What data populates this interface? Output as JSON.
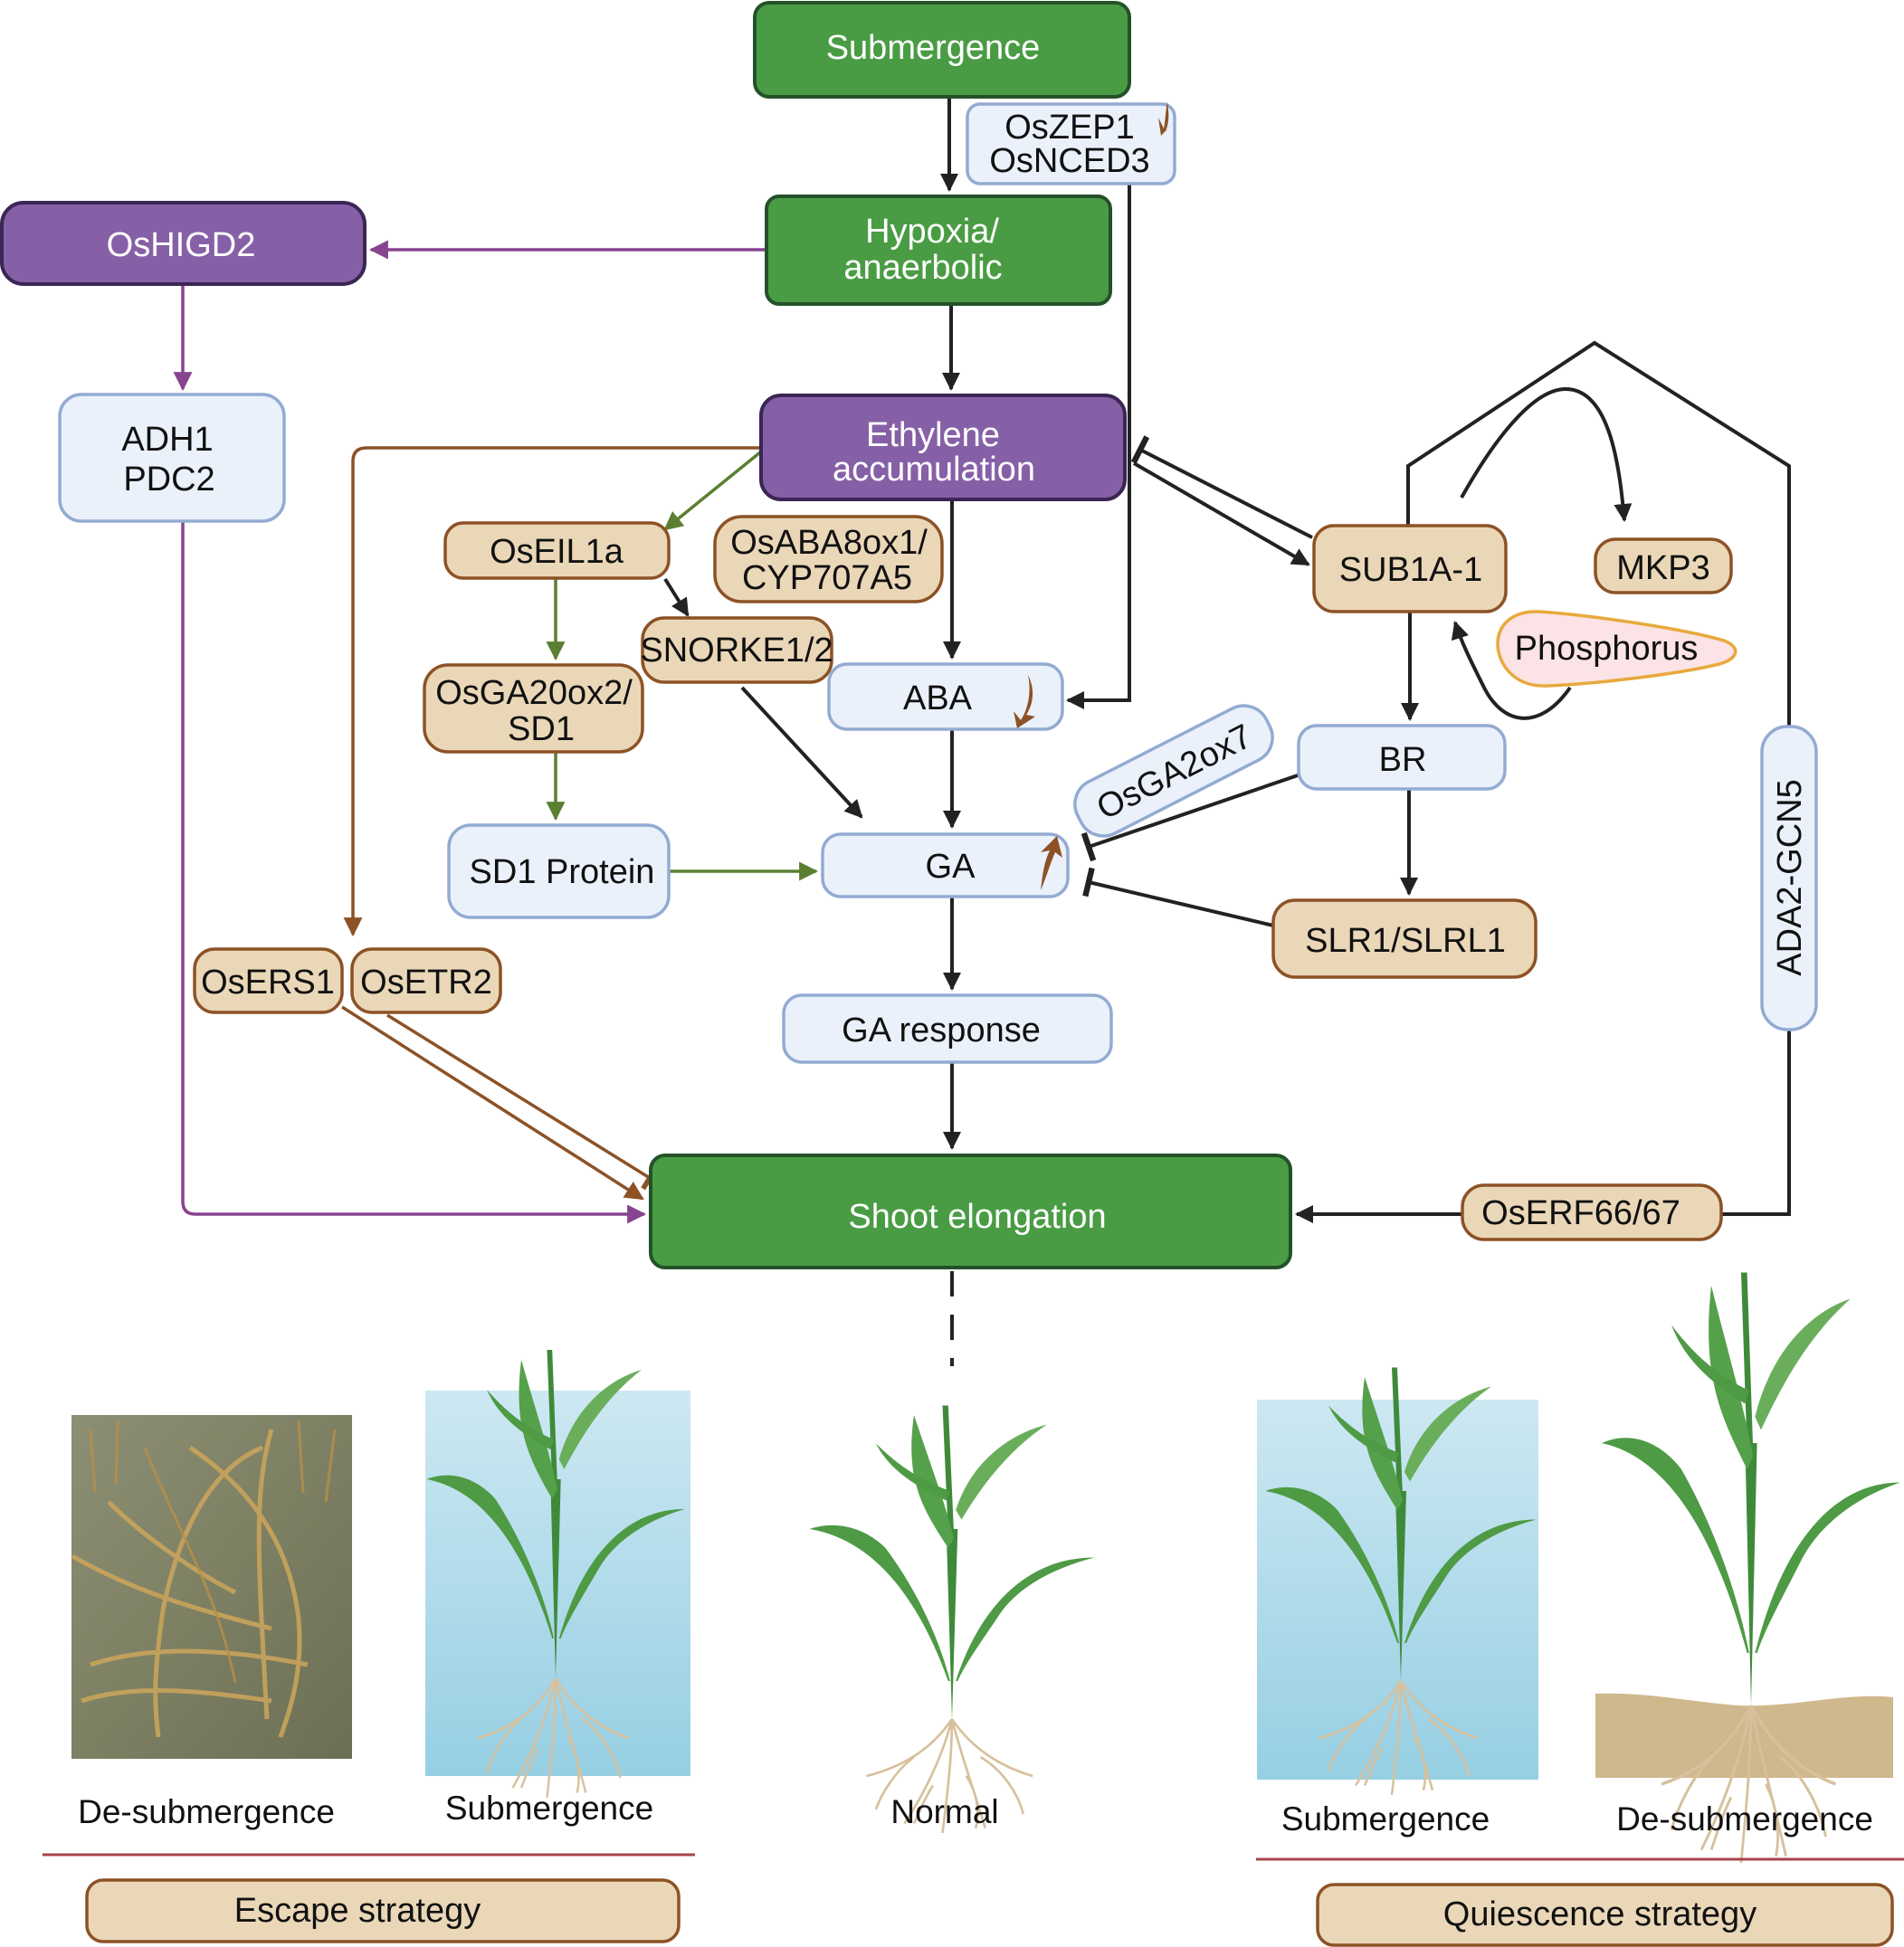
{
  "figure": {
    "nodes": {
      "submergence": "Submergence",
      "oszep1_line1": "OsZEP1",
      "oszep1_line2": "OsNCED3",
      "hypoxia_line1": "Hypoxia/",
      "hypoxia_line2": "anaerbolic",
      "oshigd2": "OsHIGD2",
      "adh1_line1": "ADH1",
      "adh1_line2": "PDC2",
      "ethylene_line1": "Ethylene",
      "ethylene_line2": "accumulation",
      "oseil1a": "OsEIL1a",
      "osaba8ox1_line1": "OsABA8ox1/",
      "osaba8ox1_line2": "CYP707A5",
      "snorkel": "SNORKE1/2",
      "osga20ox2_line1": "OsGA20ox2/",
      "osga20ox2_line2": "SD1",
      "aba": "ABA",
      "sd1_protein": "SD1 Protein",
      "ga": "GA",
      "sub1a": "SUB1A-1",
      "mkp3": "MKP3",
      "phosphorus": "Phosphorus",
      "br": "BR",
      "osga2ox7": "OsGA2ox7",
      "slr1": "SLR1/SLRL1",
      "ada2": "ADA2-GCN5",
      "osers1": "OsERS1",
      "osetr2": "OsETR2",
      "ga_response": "GA response",
      "shoot_elongation": "Shoot elongation",
      "oserf66": "OsERF66/67"
    },
    "panels": {
      "escape_photo_caption": "De-submergence",
      "escape_submerged_caption": "Submergence",
      "normal_caption": "Normal",
      "quiescence_submerged_caption": "Submergence",
      "quiescence_desubmerged_caption": "De-submergence",
      "escape_strategy": "Escape strategy",
      "quiescence_strategy": "Quiescence strategy"
    },
    "colors": {
      "green_node": "#4a9c44",
      "purple_node": "#8660a7",
      "tan_node": "#ead7b8",
      "blue_node": "#eaf1fa",
      "phosphorus_node": "#fbe3e6",
      "purple_edge": "#87448f",
      "brown_edge": "#8c5226",
      "green_edge": "#5b7f32",
      "black_edge": "#222222",
      "separator": "#a4444a"
    },
    "icons": {
      "up_regulation": "arrow-up-icon",
      "down_regulation": "arrow-down-icon",
      "activation": "arrowhead",
      "inhibition": "t-bar"
    }
  }
}
